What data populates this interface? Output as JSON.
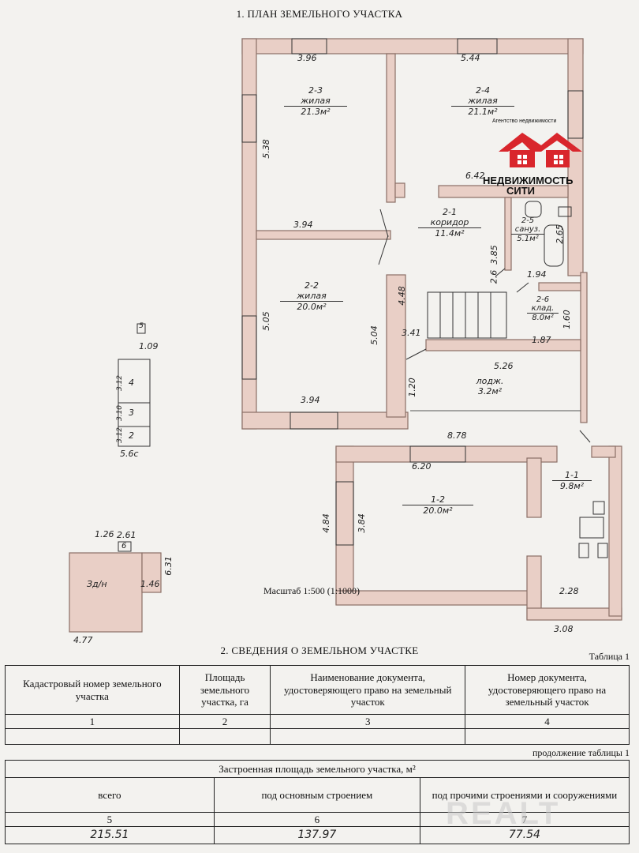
{
  "section1_title": "1. ПЛАН ЗЕМЕЛЬНОГО УЧАСТКА",
  "plan": {
    "top_dims": [
      "3.96",
      "5.44"
    ],
    "rooms": [
      {
        "id": "2-3",
        "name": "жилая",
        "area": "21.3м²"
      },
      {
        "id": "2-4",
        "name": "жилая",
        "area": "21.1м²"
      },
      {
        "id": "2-1",
        "name": "коридор",
        "area": "11.4м²"
      },
      {
        "id": "2-5",
        "name": "сануз.",
        "area": "5.1м²"
      },
      {
        "id": "2-2",
        "name": "жилая",
        "area": "20.0м²"
      },
      {
        "id": "2-6",
        "name": "клад.",
        "area": "8.0м²"
      },
      {
        "id": "1-2",
        "name": "",
        "area": "20.0м²"
      },
      {
        "id": "1-1",
        "name": "",
        "area": "9.8м²"
      }
    ],
    "dims": {
      "d538": "5.38",
      "d394a": "3.94",
      "d505": "5.05",
      "d504": "5.04",
      "d394b": "3.94",
      "d448": "4.48",
      "d341": "3.41",
      "d120": "1.20",
      "d642": "6.42",
      "d526": "5.26",
      "d194": "1.94",
      "d187": "1.87",
      "d265": "2.65",
      "d160": "1.60",
      "d385": "3.85",
      "d26": "2.6",
      "d878": "8.78",
      "d620": "6.20",
      "d484": "4.84",
      "d384": "3.84",
      "d228": "2.28",
      "d308": "3.08"
    },
    "lodge": {
      "name": "лодж.",
      "area": "3.2м²"
    },
    "shed": {
      "label": "5",
      "dim": "1.09",
      "rows": [
        "4",
        "3",
        "2"
      ],
      "d1": "3.12",
      "d2": "3.10",
      "d3": "3.12",
      "bottom": "5.6с"
    },
    "outbuilding": {
      "d126": "1.26",
      "d261": "2.61",
      "d631": "6.31",
      "d146": "1.46",
      "d477": "4.77",
      "label": "Зд/н",
      "small": "6"
    },
    "scale": "Масштаб 1:500 (1:1000)"
  },
  "logo": {
    "agency": "Агентство недвижимости",
    "brand1": "НЕДВИЖИМОСТЬ",
    "brand2": "СИТИ"
  },
  "section2_title": "2. СВЕДЕНИЯ О ЗЕМЕЛЬНОМ УЧАСТКЕ",
  "table1": {
    "caption": "Таблица 1",
    "headers": [
      "Кадастровый номер земельного участка",
      "Площадь земельного участка, га",
      "Наименование документа, удостоверяющего право на земельный участок",
      "Номер документа, удостоверяющего право на земельный участок"
    ],
    "nums": [
      "1",
      "2",
      "3",
      "4"
    ]
  },
  "table2": {
    "caption": "продолжение таблицы 1",
    "header": "Застроенная площадь земельного участка, м²",
    "subheaders": [
      "всего",
      "под основным строением",
      "под прочими строениями и сооружениями"
    ],
    "nums": [
      "5",
      "6",
      "7"
    ],
    "values": [
      "215.51",
      "137.97",
      "77.54"
    ]
  },
  "watermark": "REALT",
  "colors": {
    "wall": "#e7c9c0",
    "logo_red": "#d9262c"
  }
}
